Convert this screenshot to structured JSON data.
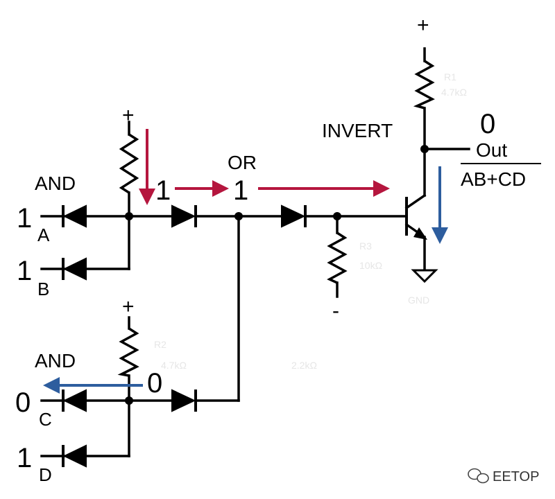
{
  "labels": {
    "and_top": "AND",
    "and_bottom": "AND",
    "or": "OR",
    "invert": "INVERT",
    "out": "Out",
    "expr": "AB+CD",
    "plus": "+",
    "minus": "-"
  },
  "inputs": [
    {
      "name": "A",
      "value": "1"
    },
    {
      "name": "B",
      "value": "1"
    },
    {
      "name": "C",
      "value": "0"
    },
    {
      "name": "D",
      "value": "1"
    }
  ],
  "signals": {
    "and_top_out": "1",
    "or_out": "1",
    "and_bottom_out": "0",
    "output": "0"
  },
  "colors": {
    "high_arrow": "#b5163e",
    "low_arrow": "#2d5d9e"
  },
  "watermark": {
    "icon": "wechat-icon",
    "text": "EETOP"
  }
}
